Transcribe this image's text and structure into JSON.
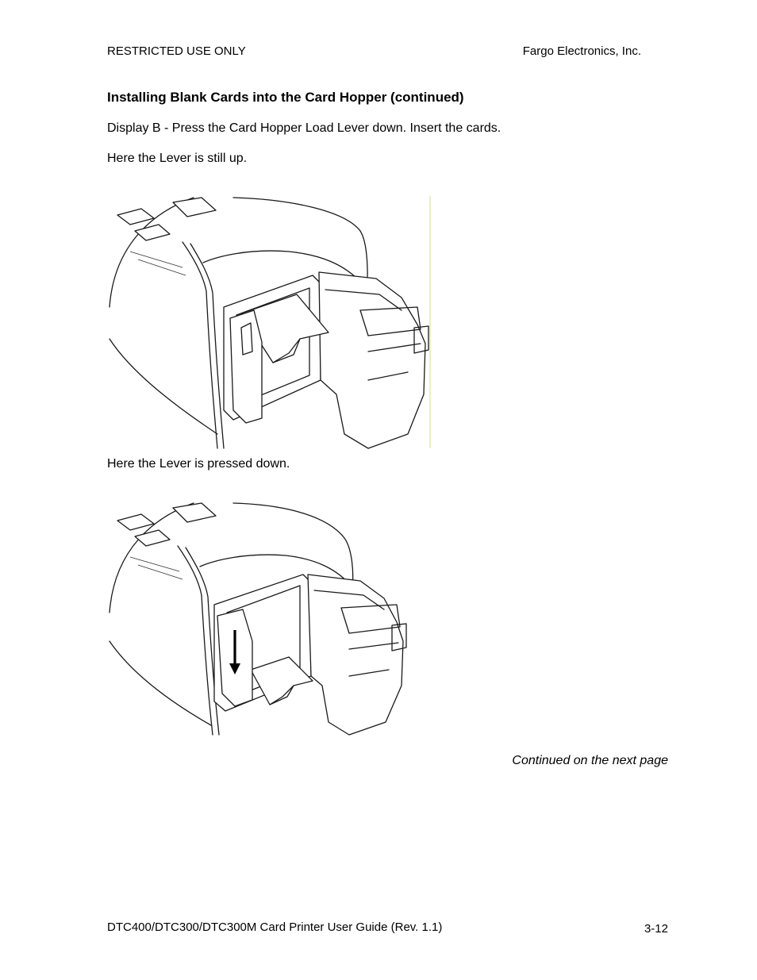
{
  "header": {
    "left": "RESTRICTED USE ONLY",
    "right": "Fargo Electronics, Inc."
  },
  "section_title": "Installing Blank Cards into the Card Hopper (continued)",
  "paragraphs": {
    "display_b": "Display B - Press the Card Hopper Load Lever down. Insert the cards.",
    "lever_up": "Here the Lever is still up.",
    "lever_down": "Here the Lever is pressed down."
  },
  "continued": "Continued on the next page",
  "footer": {
    "left": "DTC400/DTC300/DTC300M Card Printer User Guide (Rev. 1.1)",
    "right": "3-12"
  },
  "figures": {
    "figure_1_icon": "card-hopper-lever-up-illustration",
    "figure_2_icon": "card-hopper-lever-down-illustration",
    "arrow_icon": "down-arrow-icon"
  }
}
